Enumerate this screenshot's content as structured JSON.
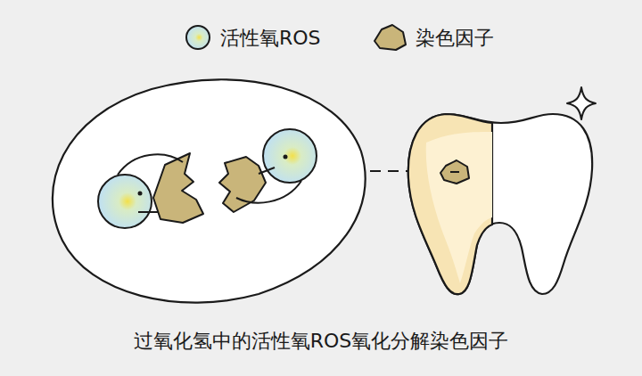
{
  "diagram": {
    "caption": "过氧化氢中的活性氧ROS氧化分解染色因子",
    "legend": [
      {
        "text": "活性氧ROS"
      },
      {
        "text": "染色因子"
      }
    ]
  }
}
